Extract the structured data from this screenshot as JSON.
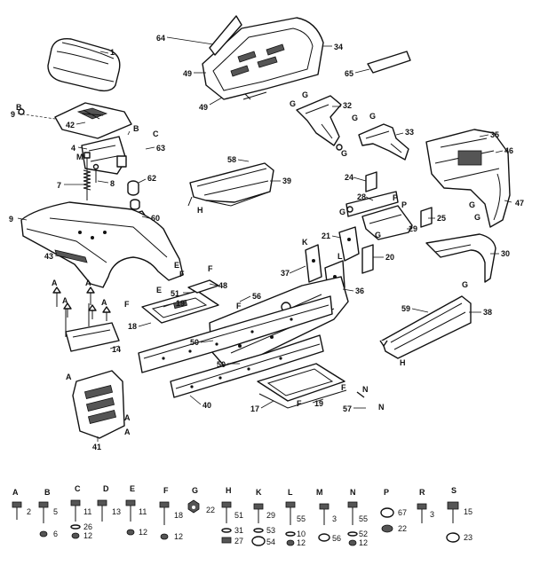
{
  "callouts": [
    {
      "id": "c1",
      "text": "1"
    },
    {
      "id": "c64",
      "text": "64"
    },
    {
      "id": "c34",
      "text": "34"
    },
    {
      "id": "c49a",
      "text": "49"
    },
    {
      "id": "c49b",
      "text": "49"
    },
    {
      "id": "c65",
      "text": "65"
    },
    {
      "id": "c9a",
      "text": "9"
    },
    {
      "id": "c42",
      "text": "42"
    },
    {
      "id": "c4",
      "text": "4"
    },
    {
      "id": "c63",
      "text": "63"
    },
    {
      "id": "c32",
      "text": "32"
    },
    {
      "id": "c33",
      "text": "33"
    },
    {
      "id": "c35",
      "text": "35"
    },
    {
      "id": "c46",
      "text": "46"
    },
    {
      "id": "c47",
      "text": "47"
    },
    {
      "id": "c7",
      "text": "7"
    },
    {
      "id": "c8",
      "text": "8"
    },
    {
      "id": "c62",
      "text": "62"
    },
    {
      "id": "c58",
      "text": "58"
    },
    {
      "id": "c39",
      "text": "39"
    },
    {
      "id": "c24",
      "text": "24"
    },
    {
      "id": "c28",
      "text": "28"
    },
    {
      "id": "c25",
      "text": "25"
    },
    {
      "id": "c29",
      "text": "29"
    },
    {
      "id": "c9b",
      "text": "9"
    },
    {
      "id": "c60",
      "text": "60"
    },
    {
      "id": "c21",
      "text": "21"
    },
    {
      "id": "c20",
      "text": "20"
    },
    {
      "id": "c30",
      "text": "30"
    },
    {
      "id": "c43",
      "text": "43"
    },
    {
      "id": "c48",
      "text": "48"
    },
    {
      "id": "c51",
      "text": "51"
    },
    {
      "id": "c56",
      "text": "56"
    },
    {
      "id": "c37",
      "text": "37"
    },
    {
      "id": "c36",
      "text": "36"
    },
    {
      "id": "c19a",
      "text": "19"
    },
    {
      "id": "c18",
      "text": "18"
    },
    {
      "id": "c59",
      "text": "59"
    },
    {
      "id": "c38",
      "text": "38"
    },
    {
      "id": "c50a",
      "text": "50"
    },
    {
      "id": "c50b",
      "text": "50"
    },
    {
      "id": "c14",
      "text": "14"
    },
    {
      "id": "c40",
      "text": "40"
    },
    {
      "id": "c17",
      "text": "17"
    },
    {
      "id": "c19b",
      "text": "19"
    },
    {
      "id": "c57",
      "text": "57"
    },
    {
      "id": "c41",
      "text": "41"
    }
  ],
  "letters": [
    {
      "id": "lB1",
      "text": "B"
    },
    {
      "id": "lB2",
      "text": "B"
    },
    {
      "id": "lC1",
      "text": "C"
    },
    {
      "id": "lG1",
      "text": "G"
    },
    {
      "id": "lG2",
      "text": "G"
    },
    {
      "id": "lG3",
      "text": "G"
    },
    {
      "id": "lG4",
      "text": "G"
    },
    {
      "id": "lG5",
      "text": "G"
    },
    {
      "id": "lG6",
      "text": "G"
    },
    {
      "id": "lG7",
      "text": "G"
    },
    {
      "id": "lG8",
      "text": "G"
    },
    {
      "id": "lG9",
      "text": "G"
    },
    {
      "id": "lG10",
      "text": "G"
    },
    {
      "id": "lM1",
      "text": "M"
    },
    {
      "id": "lH1",
      "text": "H"
    },
    {
      "id": "lH2",
      "text": "H"
    },
    {
      "id": "lP1",
      "text": "P"
    },
    {
      "id": "lP2",
      "text": "P"
    },
    {
      "id": "lE1",
      "text": "E"
    },
    {
      "id": "lE2",
      "text": "E"
    },
    {
      "id": "lF1",
      "text": "F"
    },
    {
      "id": "lF2",
      "text": "F"
    },
    {
      "id": "lF3",
      "text": "F"
    },
    {
      "id": "lF4",
      "text": "F"
    },
    {
      "id": "lF5",
      "text": "F"
    },
    {
      "id": "lF6",
      "text": "F"
    },
    {
      "id": "lA1",
      "text": "A"
    },
    {
      "id": "lA2",
      "text": "A"
    },
    {
      "id": "lA3",
      "text": "A"
    },
    {
      "id": "lA4",
      "text": "A"
    },
    {
      "id": "lA5",
      "text": "A"
    },
    {
      "id": "lA6",
      "text": "A"
    },
    {
      "id": "lA7",
      "text": "A"
    },
    {
      "id": "lK1",
      "text": "K"
    },
    {
      "id": "lL1",
      "text": "L"
    },
    {
      "id": "lN1",
      "text": "N"
    },
    {
      "id": "lN2",
      "text": "N"
    }
  ],
  "hardware": [
    {
      "letter": "A",
      "items": [
        "2"
      ]
    },
    {
      "letter": "B",
      "items": [
        "5",
        "6"
      ]
    },
    {
      "letter": "C",
      "items": [
        "11",
        "26",
        "12"
      ]
    },
    {
      "letter": "D",
      "items": [
        "13"
      ]
    },
    {
      "letter": "E",
      "items": [
        "11",
        "12"
      ]
    },
    {
      "letter": "F",
      "items": [
        "18",
        "12"
      ]
    },
    {
      "letter": "G",
      "items": [
        "22"
      ]
    },
    {
      "letter": "H",
      "items": [
        "51",
        "31",
        "27"
      ]
    },
    {
      "letter": "K",
      "items": [
        "29",
        "53",
        "54"
      ]
    },
    {
      "letter": "L",
      "items": [
        "55",
        "10",
        "12"
      ]
    },
    {
      "letter": "M",
      "items": [
        "3",
        "56"
      ]
    },
    {
      "letter": "N",
      "items": [
        "55",
        "52",
        "12"
      ]
    },
    {
      "letter": "P",
      "items": [
        "67",
        "22"
      ]
    },
    {
      "letter": "R",
      "items": [
        "3"
      ]
    },
    {
      "letter": "S",
      "items": [
        "15",
        "23"
      ]
    }
  ]
}
